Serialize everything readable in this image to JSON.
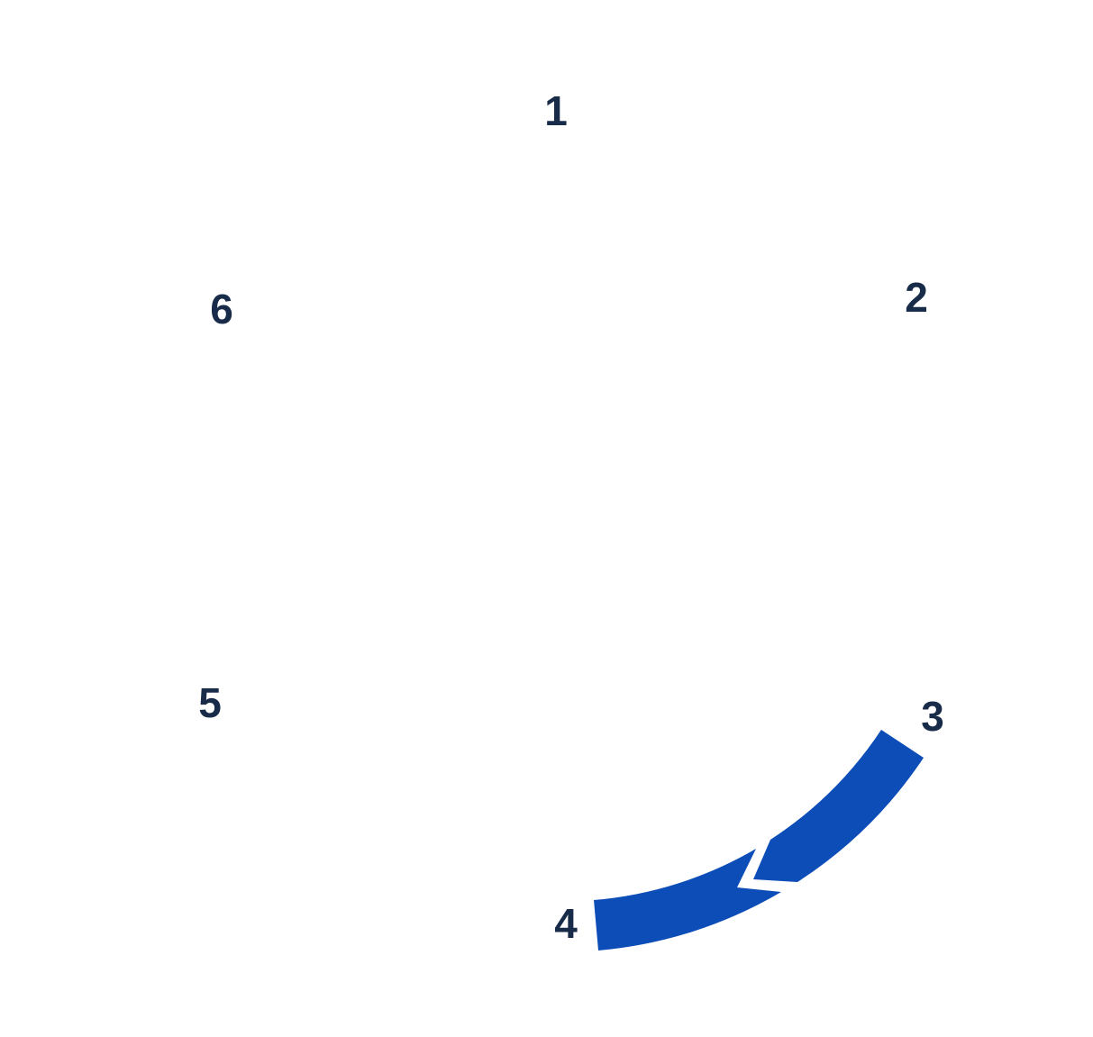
{
  "diagram": {
    "type": "numbered-cycle",
    "steps": [
      {
        "label": "1"
      },
      {
        "label": "2"
      },
      {
        "label": "3"
      },
      {
        "label": "4"
      },
      {
        "label": "5"
      },
      {
        "label": "6"
      }
    ],
    "arrows": [
      {
        "from": "3",
        "to": "4",
        "style": "curved-chevron-band",
        "segments": 2
      }
    ],
    "colors": {
      "arrow": "#0c4db8",
      "number": "#182b49",
      "background": "#ffffff"
    }
  }
}
